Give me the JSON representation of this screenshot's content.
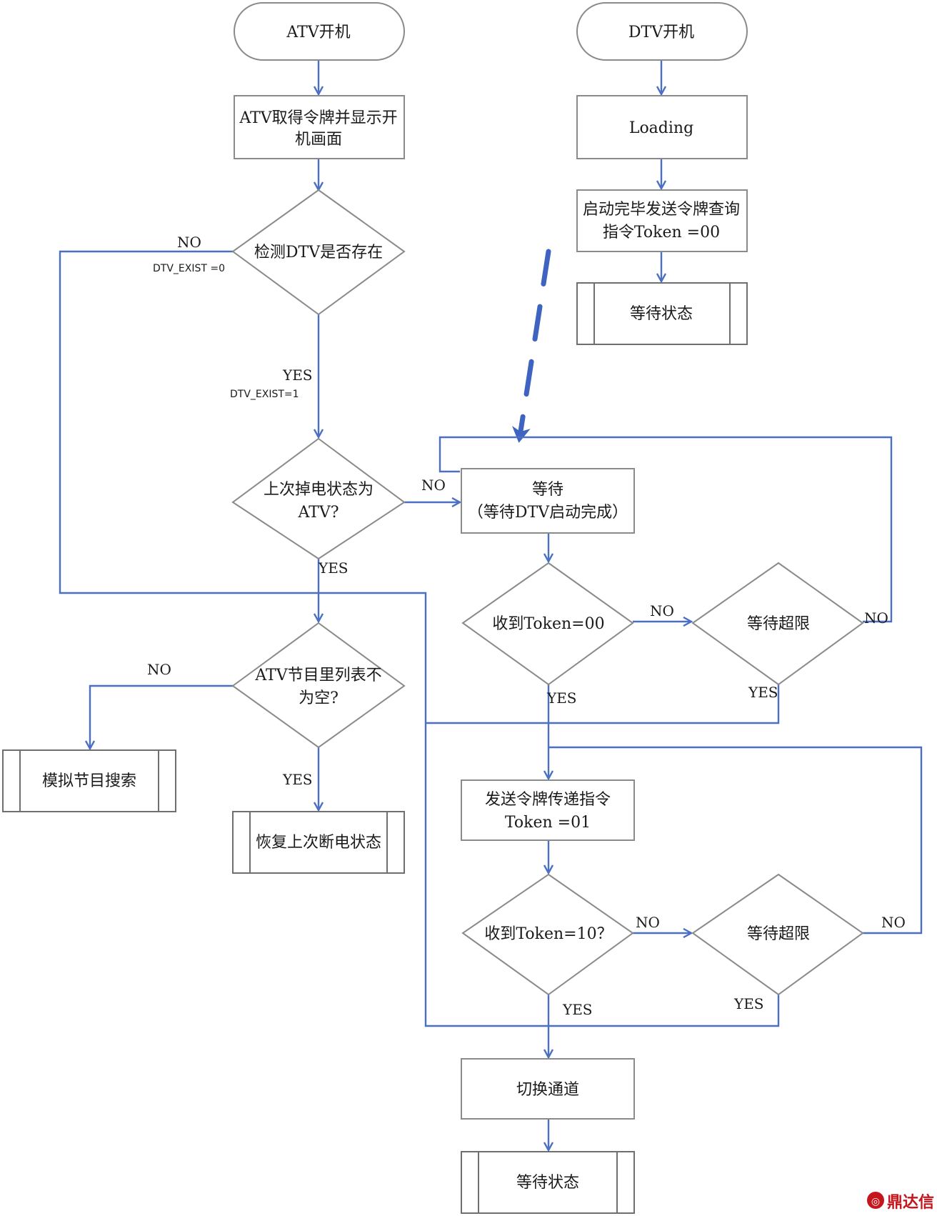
{
  "nodes": {
    "atv_start": "ATV开机",
    "dtv_start": "DTV开机",
    "atv_get_token_1": "ATV取得令牌并显示开",
    "atv_get_token_2": "机画面",
    "dtv_loading": "Loading",
    "dtv_send_query_1": "启动完毕发送令牌查询",
    "dtv_send_query_2": "指令Token =00",
    "dtv_wait_state": "等待状态",
    "check_dtv": "检测DTV是否存在",
    "last_power_1": "上次掉电状态为",
    "last_power_2": "ATV?",
    "wait_1": "等待",
    "wait_2": "（等待DTV启动完成）",
    "recv_token00": "收到Token=00",
    "timeout_1": "等待超限",
    "atv_list_1": "ATV节目里列表不",
    "atv_list_2": "为空?",
    "analog_search": "模拟节目搜索",
    "restore_state": "恢复上次断电状态",
    "send_transfer_1": "发送令牌传递指令",
    "send_transfer_2": "Token =01",
    "recv_token10": "收到Token=10？",
    "timeout_2": "等待超限",
    "switch_channel": "切换通道",
    "final_wait": "等待状态"
  },
  "labels": {
    "no_check_dtv": "NO",
    "no_check_dtv_sub": "DTV_EXIST =0",
    "yes_check_dtv": "YES",
    "yes_check_dtv_sub": "DTV_EXIST=1",
    "no_last_power": "NO",
    "yes_last_power": "YES",
    "no_token00": "NO",
    "yes_token00": "YES",
    "no_timeout1": "NO",
    "yes_timeout1": "YES",
    "no_atv_list": "NO",
    "yes_atv_list": "YES",
    "no_token10": "NO",
    "yes_token10": "YES",
    "no_timeout2": "NO",
    "yes_timeout2": "YES"
  },
  "watermark": "鼎达信",
  "colors": {
    "connector": "#4a6fc4",
    "border": "#8a8a8a",
    "watermark": "#c4161c"
  }
}
